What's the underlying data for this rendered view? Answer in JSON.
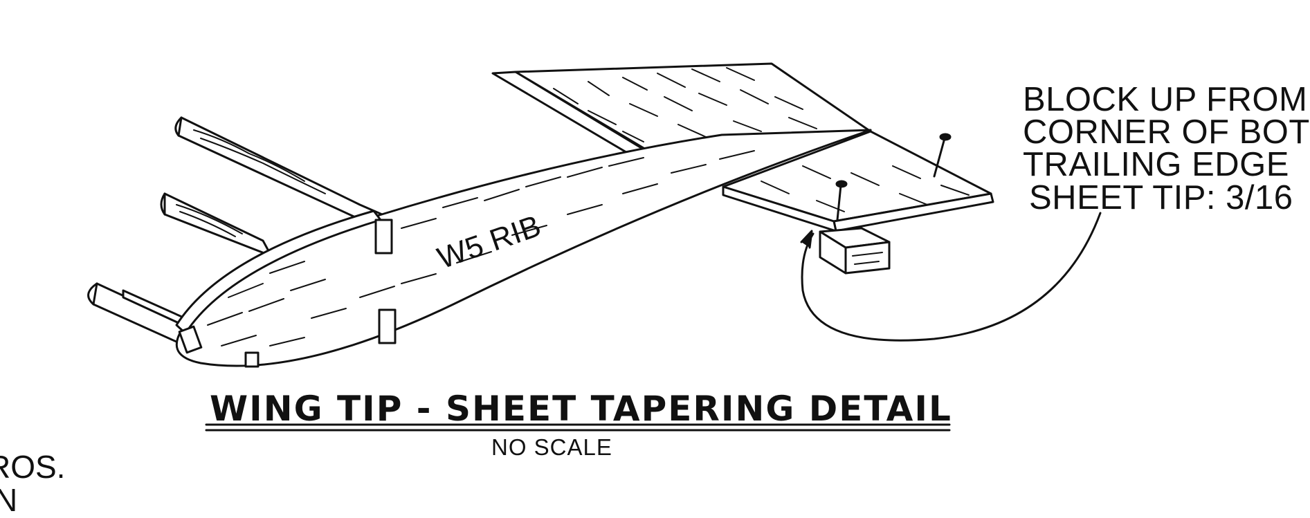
{
  "drawing": {
    "title": "WING TIP - SHEET TAPERING DETAIL",
    "subtitle": "NO SCALE",
    "rib_label": "W5 RIB",
    "note_lines": [
      "BLOCK UP FROM",
      "CORNER OF BOT",
      "TRAILING EDGE",
      "SHEET TIP: 3/16"
    ],
    "left_edge_text": [
      "ROS.",
      "N"
    ],
    "colors": {
      "ink": "#111111",
      "paper": "#ffffff"
    }
  }
}
